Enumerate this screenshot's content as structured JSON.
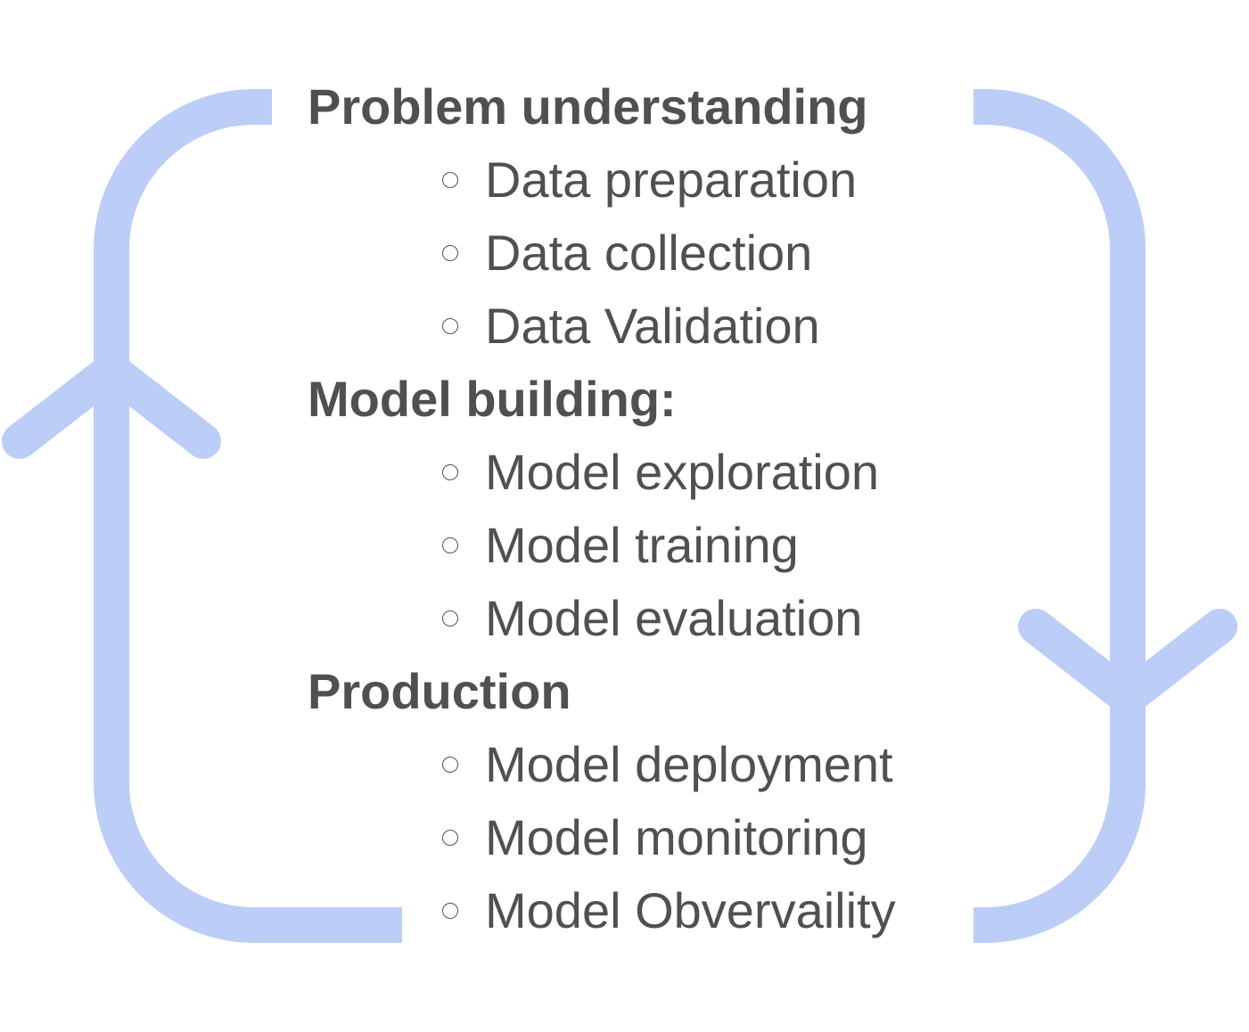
{
  "colors": {
    "loop_stroke": "#bccdf7",
    "text": "#505050"
  },
  "sections": [
    {
      "heading": "Problem understanding",
      "items": [
        "Data preparation",
        "Data collection",
        "Data Validation"
      ]
    },
    {
      "heading": "Model building:",
      "items": [
        "Model exploration",
        "Model training",
        "Model evaluation"
      ]
    },
    {
      "heading": "Production",
      "items": [
        "Model deployment",
        "Model monitoring",
        "Model Obvervaility"
      ]
    }
  ],
  "icons": {
    "bullet": "hollow-circle-icon",
    "up_arrow": "chevron-up-icon",
    "down_arrow": "chevron-down-icon"
  }
}
